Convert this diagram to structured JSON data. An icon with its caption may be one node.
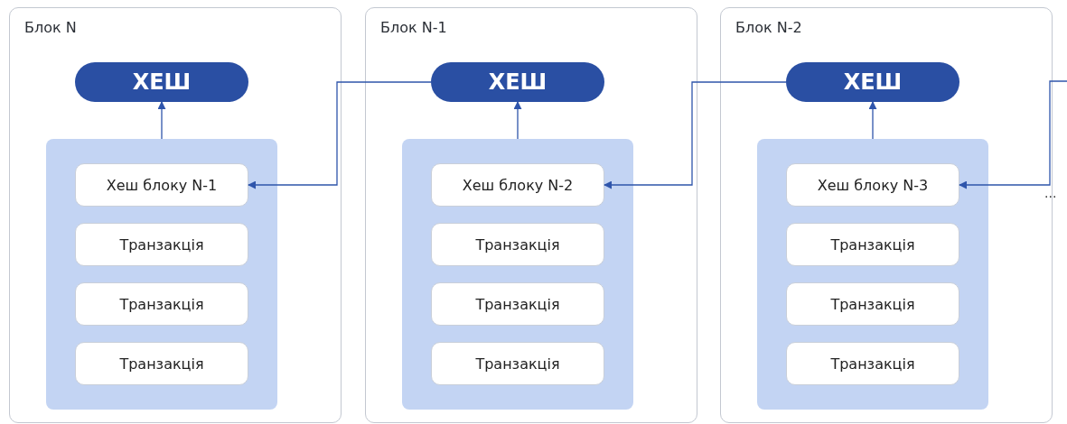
{
  "diagram": {
    "nodes": [
      {
        "text": [
          "Блок N"
        ]
      },
      {
        "text": [
          "ХЕШ"
        ],
        "in": 0
      },
      {
        "text": [],
        "shape": "box",
        "in": 0
      },
      {
        "text": [
          "Хеш блоку N-1"
        ],
        "in": 2
      },
      {
        "text": [
          "Транзакція"
        ],
        "in": 2
      },
      {
        "text": [
          "Транзакція"
        ],
        "in": 2
      },
      {
        "text": [
          "Транзакція"
        ],
        "in": 2
      },
      {
        "text": [
          "Блок N-1"
        ]
      },
      {
        "text": [
          "ХЕШ"
        ],
        "in": 7
      },
      {
        "text": [],
        "shape": "box",
        "in": 7
      },
      {
        "text": [
          "Хеш блоку N-2"
        ],
        "in": 9
      },
      {
        "text": [
          "Транзакція"
        ],
        "in": 9
      },
      {
        "text": [
          "Транзакція"
        ],
        "in": 9
      },
      {
        "text": [
          "Транзакція"
        ],
        "in": 9
      },
      {
        "text": [
          "Блок N-2"
        ]
      },
      {
        "text": [
          "ХЕШ"
        ],
        "in": 14
      },
      {
        "text": [],
        "shape": "box",
        "in": 14
      },
      {
        "text": [
          "Хеш блоку N-3"
        ],
        "in": 16
      },
      {
        "text": [
          "Транзакція"
        ],
        "in": 16
      },
      {
        "text": [
          "Транзакція"
        ],
        "in": 16
      },
      {
        "text": [
          "Транзакція"
        ],
        "in": 16
      }
    ],
    "edges": [
      {
        "from": 2,
        "to": 1,
        "arrow": "to"
      },
      {
        "from": 8,
        "to": 3,
        "arrow": "to"
      },
      {
        "from": 9,
        "to": 8,
        "arrow": "to"
      },
      {
        "from": 15,
        "to": 10,
        "arrow": "to"
      },
      {
        "from": 16,
        "to": 15,
        "arrow": "to"
      },
      {
        "from": null,
        "to": 17,
        "arrow": "to"
      }
    ],
    "labels": [
      "..."
    ]
  }
}
